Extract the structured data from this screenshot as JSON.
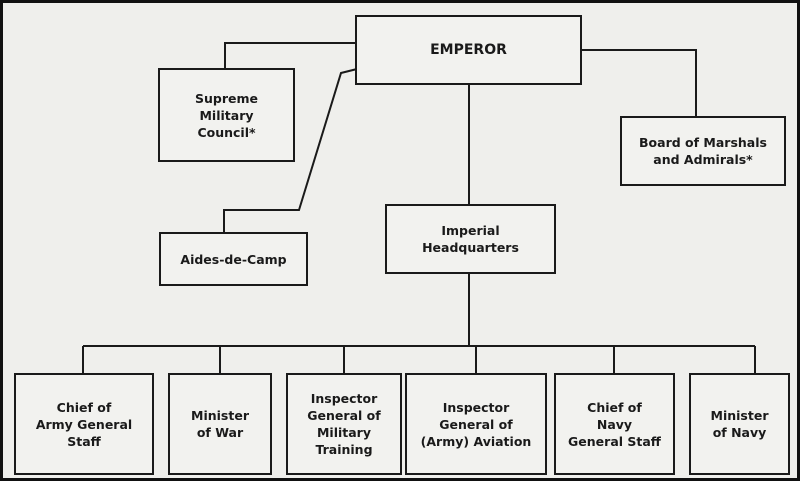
{
  "diagram": {
    "nodes": [
      {
        "id": "emperor",
        "label": "EMPEROR"
      },
      {
        "id": "supreme",
        "label": "Supreme\nMilitary\nCouncil*"
      },
      {
        "id": "board",
        "label": "Board of Marshals\nand Admirals*"
      },
      {
        "id": "aides",
        "label": "Aides-de-Camp"
      },
      {
        "id": "ihq",
        "label": "Imperial\nHeadquarters"
      },
      {
        "id": "army-chief",
        "label": "Chief of\nArmy General\nStaff"
      },
      {
        "id": "war-minister",
        "label": "Minister\nof War"
      },
      {
        "id": "inspector-training",
        "label": "Inspector\nGeneral of\nMilitary\nTraining"
      },
      {
        "id": "inspector-aviation",
        "label": "Inspector\nGeneral of\n(Army) Aviation"
      },
      {
        "id": "navy-chief",
        "label": "Chief of\nNavy\nGeneral Staff"
      },
      {
        "id": "navy-minister",
        "label": "Minister\nof Navy"
      }
    ],
    "edges": [
      {
        "from": "emperor",
        "to": "supreme"
      },
      {
        "from": "emperor",
        "to": "board"
      },
      {
        "from": "emperor",
        "to": "aides"
      },
      {
        "from": "emperor",
        "to": "ihq"
      },
      {
        "from": "ihq",
        "to": "army-chief"
      },
      {
        "from": "ihq",
        "to": "war-minister"
      },
      {
        "from": "ihq",
        "to": "inspector-training"
      },
      {
        "from": "ihq",
        "to": "inspector-aviation"
      },
      {
        "from": "ihq",
        "to": "navy-chief"
      },
      {
        "from": "ihq",
        "to": "navy-minister"
      }
    ]
  }
}
